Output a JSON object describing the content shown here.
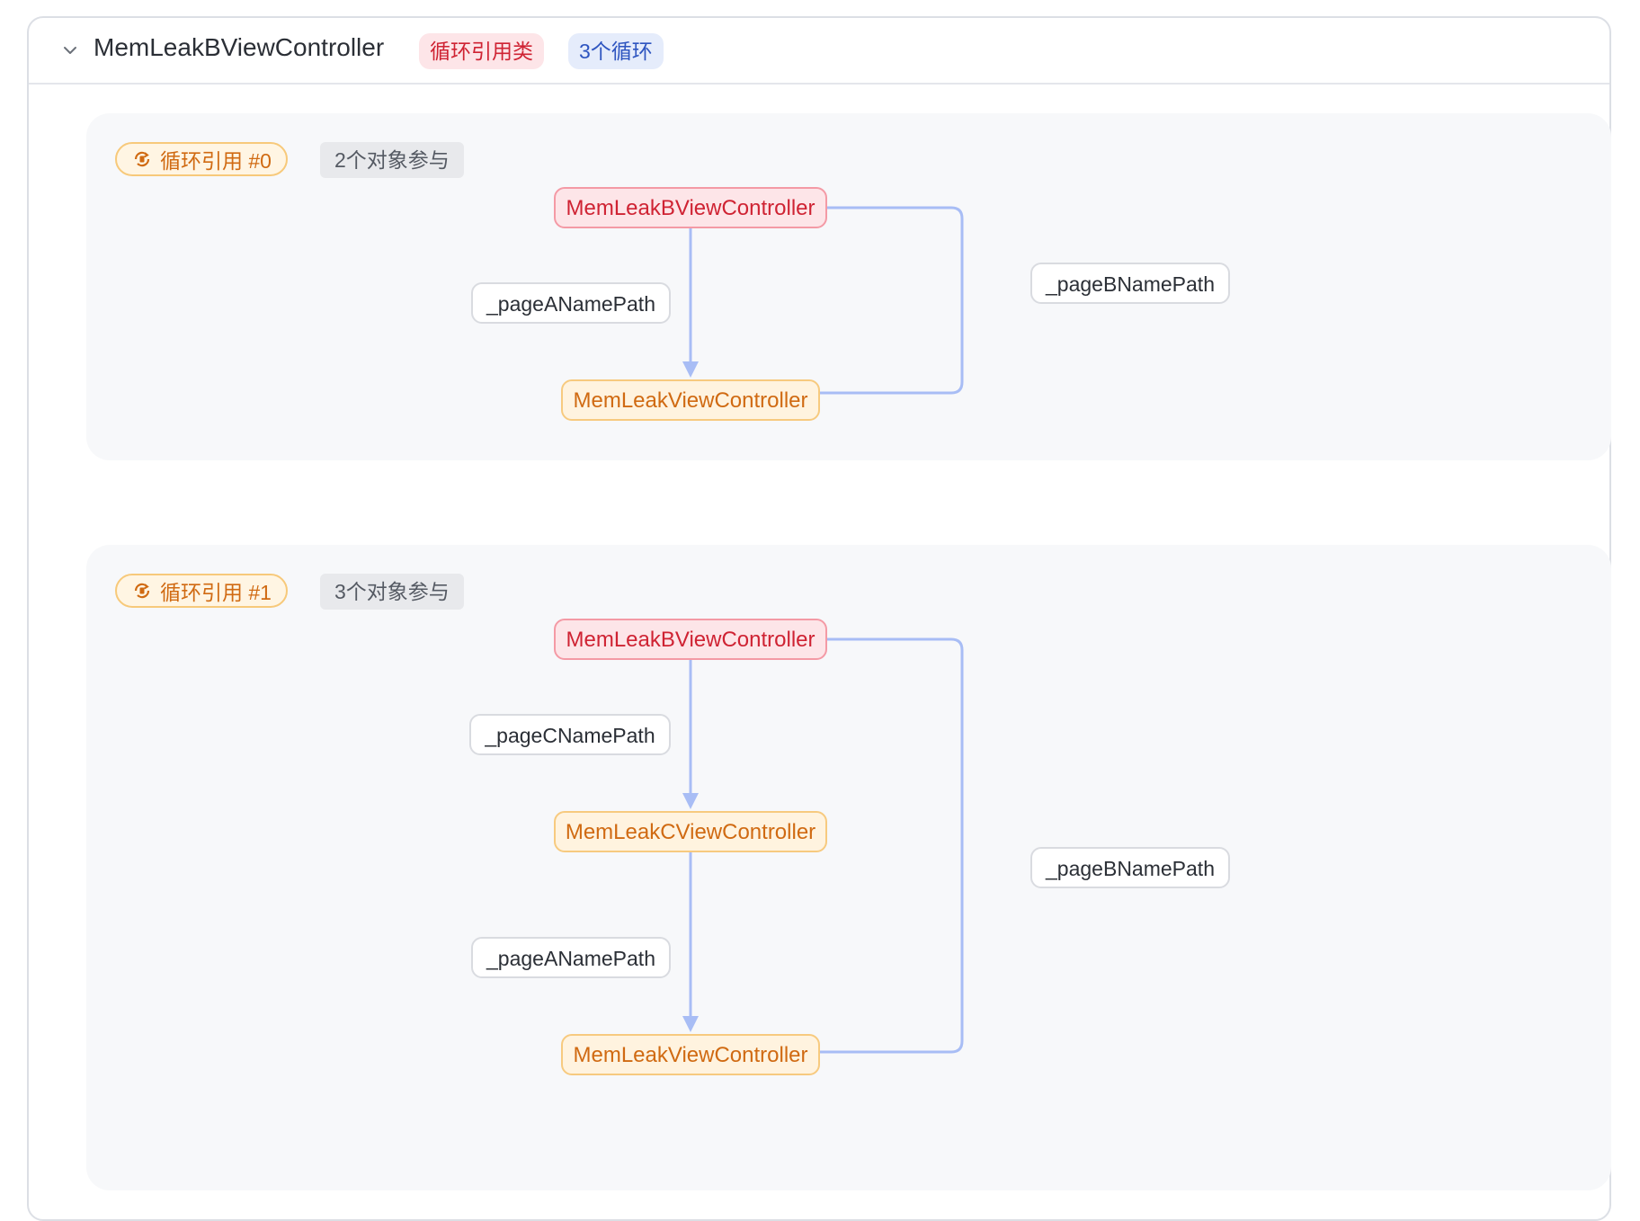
{
  "header": {
    "title": "MemLeakBViewController",
    "tag_type": "循环引用类",
    "tag_count": "3个循环",
    "colors": {
      "tag_red": "#cf2333",
      "tag_blue": "#2e55c0"
    }
  },
  "cycles": [
    {
      "badge": "循环引用 #0",
      "participants": "2个对象参与",
      "nodes": [
        "MemLeakBViewController",
        "MemLeakViewController"
      ],
      "edges": [
        "_pageANamePath"
      ],
      "back_edge": "_pageBNamePath"
    },
    {
      "badge": "循环引用 #1",
      "participants": "3个对象参与",
      "nodes": [
        "MemLeakBViewController",
        "MemLeakCViewController",
        "MemLeakViewController"
      ],
      "edges": [
        "_pageCNamePath",
        "_pageANamePath"
      ],
      "back_edge": "_pageBNamePath"
    }
  ],
  "icons": {
    "collapse": "chevron-down-icon",
    "cycle": "cycle-ref-icon"
  },
  "colors": {
    "root_node": "#cf2333",
    "child_node": "#d06a12",
    "arrow": "#a8bdf5"
  }
}
